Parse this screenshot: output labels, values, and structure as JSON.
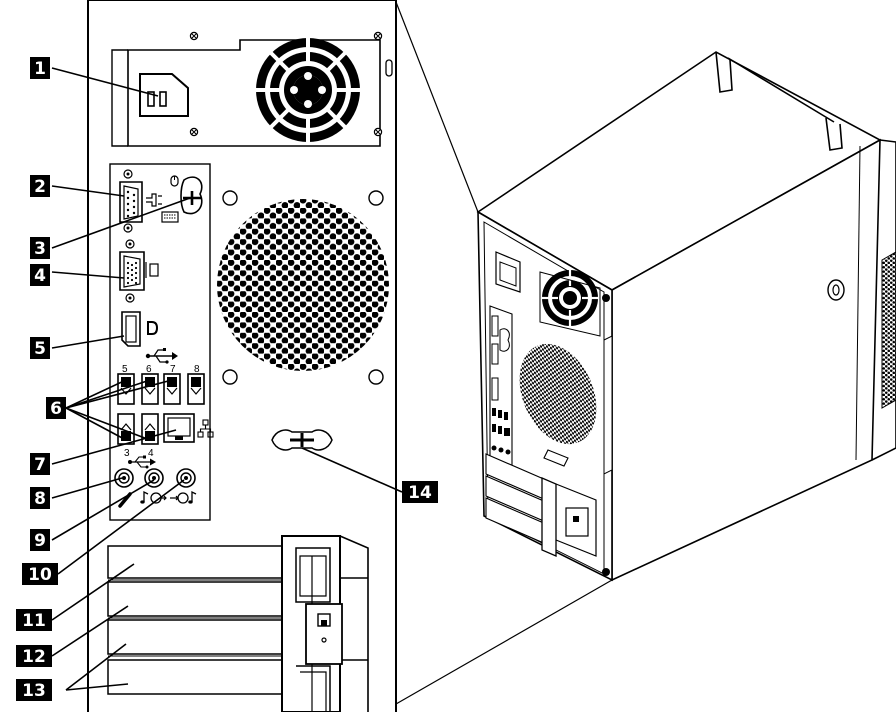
{
  "diagram": {
    "colors": {
      "ink": "#000000",
      "paper": "#ffffff",
      "label_bg": "#000000",
      "label_text": "#ffffff"
    },
    "callouts": [
      "1",
      "2",
      "3",
      "4",
      "5",
      "6",
      "7",
      "8",
      "9",
      "10",
      "11",
      "12",
      "13",
      "14"
    ],
    "usb_port_numbers": {
      "top": [
        "5",
        "6",
        "7",
        "8"
      ],
      "bottom": [
        "3",
        "4"
      ]
    }
  }
}
